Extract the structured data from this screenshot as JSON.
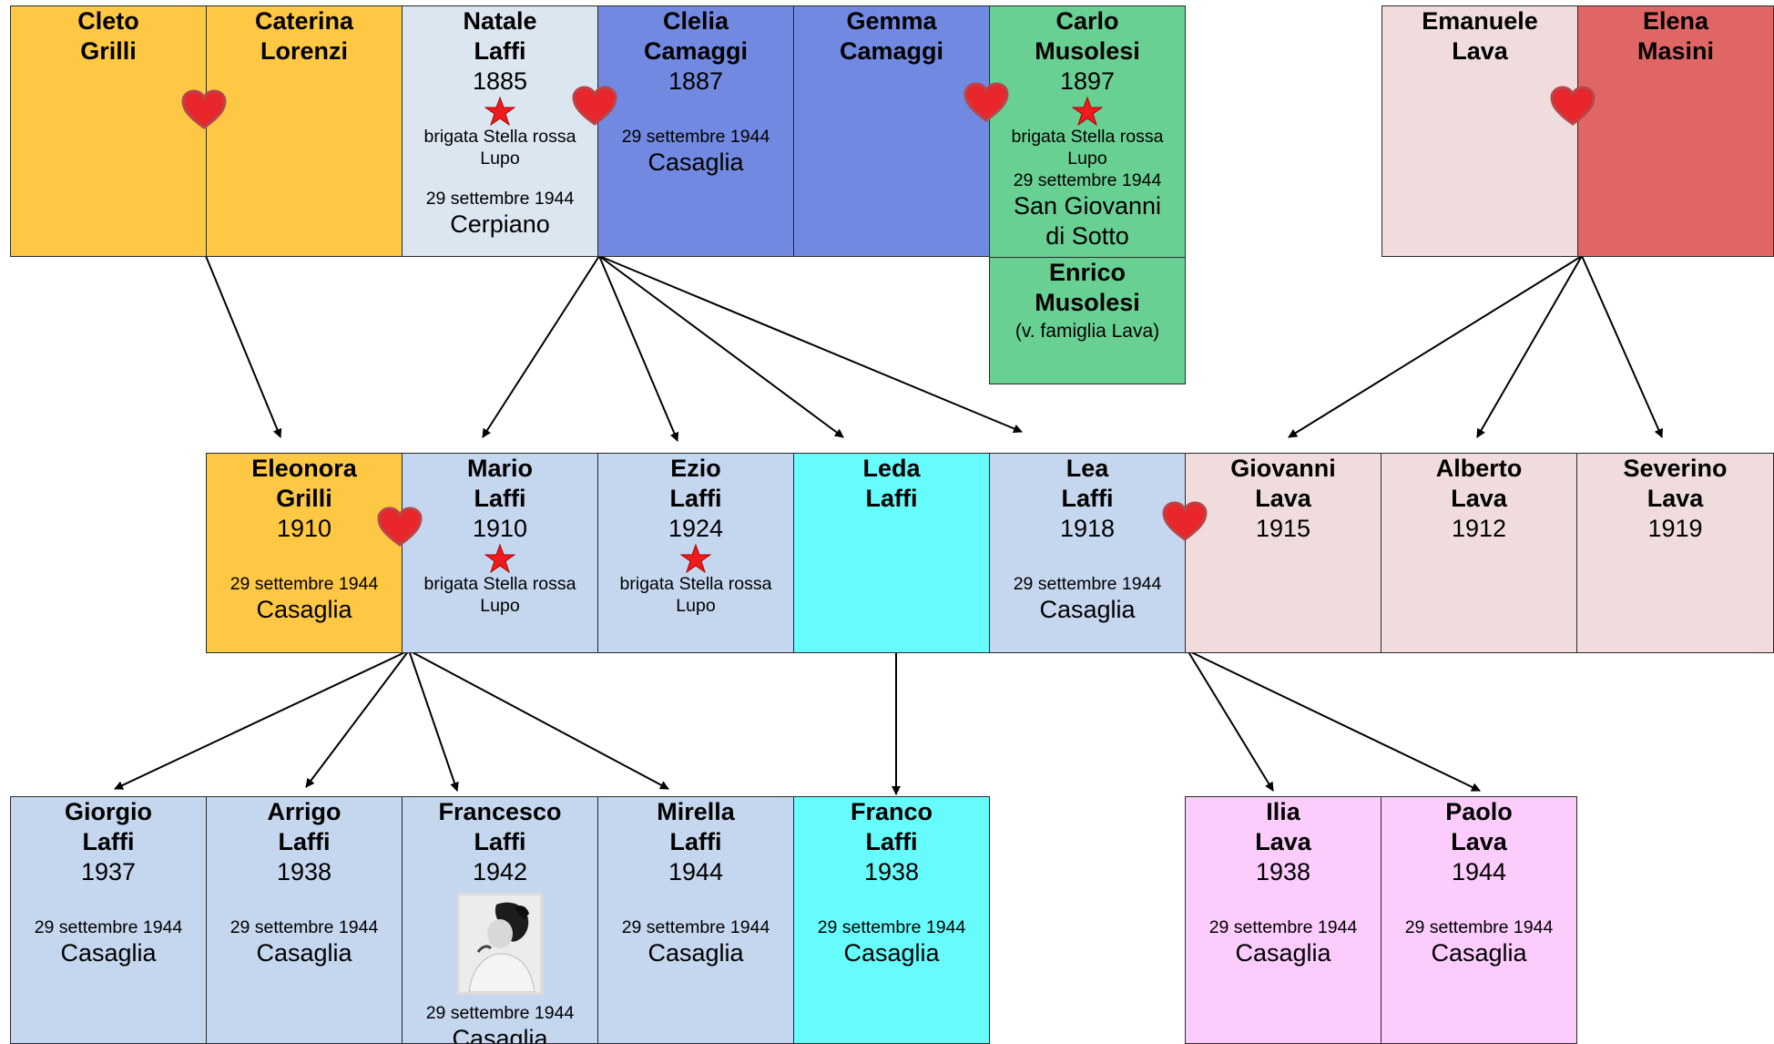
{
  "colors": {
    "yellow": "#fec844",
    "pale_blue": "#dce6f1",
    "blue": "#7189e0",
    "green": "#69d093",
    "pale_pink": "#f0dcdc",
    "red": "#e06666",
    "light_blue": "#c5d7ee",
    "cyan": "#66fcfc",
    "pink": "#fcccfc",
    "heart": "#e8262c",
    "star": "#ee1c1c"
  },
  "gen1": {
    "cleto": {
      "first": "Cleto",
      "last": "Grilli"
    },
    "caterina": {
      "first": "Caterina",
      "last": "Lorenzi"
    },
    "natale": {
      "first": "Natale",
      "last": "Laffi",
      "year": "1885",
      "brigade1": "brigata Stella rossa",
      "brigade2": "Lupo",
      "date": "29 settembre 1944",
      "place": "Cerpiano"
    },
    "clelia": {
      "first": "Clelia",
      "last": "Camaggi",
      "year": "1887",
      "date": "29 settembre 1944",
      "place": "Casaglia"
    },
    "gemma": {
      "first": "Gemma",
      "last": "Camaggi"
    },
    "carlo": {
      "first": "Carlo",
      "last": "Musolesi",
      "year": "1897",
      "brigade1": "brigata Stella rossa",
      "brigade2": "Lupo",
      "date": "29 settembre 1944",
      "place1": "San Giovanni",
      "place2": "di Sotto"
    },
    "enrico": {
      "first": "Enrico",
      "last": "Musolesi",
      "note": "(v. famiglia Lava)"
    },
    "emanuele": {
      "first": "Emanuele",
      "last": "Lava"
    },
    "elena": {
      "first": "Elena",
      "last": "Masini"
    }
  },
  "gen2": {
    "eleonora": {
      "first": "Eleonora",
      "last": "Grilli",
      "year": "1910",
      "date": "29 settembre 1944",
      "place": "Casaglia"
    },
    "mario": {
      "first": "Mario",
      "last": "Laffi",
      "year": "1910",
      "brigade1": "brigata Stella rossa",
      "brigade2": "Lupo"
    },
    "ezio": {
      "first": "Ezio",
      "last": "Laffi",
      "year": "1924",
      "brigade1": "brigata Stella rossa",
      "brigade2": "Lupo"
    },
    "leda": {
      "first": "Leda",
      "last": "Laffi"
    },
    "lea": {
      "first": "Lea",
      "last": "Laffi",
      "year": "1918",
      "date": "29 settembre 1944",
      "place": "Casaglia"
    },
    "giovanni": {
      "first": "Giovanni",
      "last": "Lava",
      "year": "1915"
    },
    "alberto": {
      "first": "Alberto",
      "last": "Lava",
      "year": "1912"
    },
    "severino": {
      "first": "Severino",
      "last": "Lava",
      "year": "1919"
    }
  },
  "gen3": {
    "giorgio": {
      "first": "Giorgio",
      "last": "Laffi",
      "year": "1937",
      "date": "29 settembre 1944",
      "place": "Casaglia"
    },
    "arrigo": {
      "first": "Arrigo",
      "last": "Laffi",
      "year": "1938",
      "date": "29 settembre 1944",
      "place": "Casaglia"
    },
    "francesco": {
      "first": "Francesco",
      "last": "Laffi",
      "year": "1942",
      "date": "29 settembre 1944",
      "place": "Casaglia"
    },
    "mirella": {
      "first": "Mirella",
      "last": "Laffi",
      "year": "1944",
      "date": "29 settembre 1944",
      "place": "Casaglia"
    },
    "franco": {
      "first": "Franco",
      "last": "Laffi",
      "year": "1938",
      "date": "29 settembre 1944",
      "place": "Casaglia"
    },
    "ilia": {
      "first": "Ilia",
      "last": "Lava",
      "year": "1938",
      "date": "29 settembre 1944",
      "place": "Casaglia"
    },
    "paolo": {
      "first": "Paolo",
      "last": "Lava",
      "year": "1944",
      "date": "29 settembre 1944",
      "place": "Casaglia"
    }
  },
  "icons": {
    "heart": "heart-icon",
    "star": "star-icon",
    "photo": "portrait-photo"
  }
}
